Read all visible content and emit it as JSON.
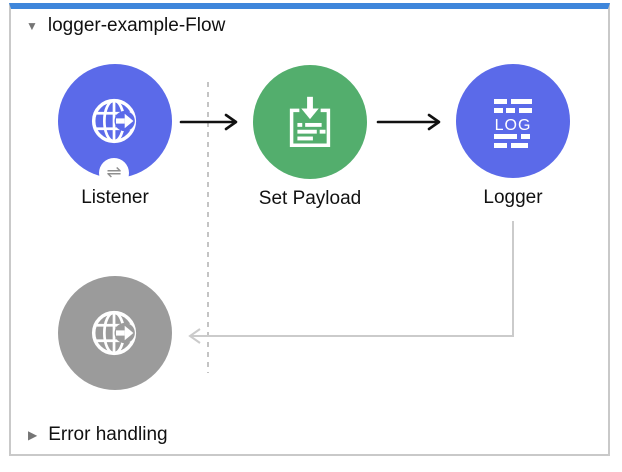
{
  "flow": {
    "title": "logger-example-Flow",
    "collapse_icon": "▼",
    "error_handling": {
      "label": "Error handling",
      "expand_icon": "▶"
    }
  },
  "nodes": {
    "listener": {
      "label": "Listener",
      "badge_glyph": "⇌"
    },
    "set_payload": {
      "label": "Set Payload"
    },
    "logger": {
      "label": "Logger",
      "log_text": "LOG"
    },
    "inactive_endpoint": {
      "label": ""
    }
  },
  "colors": {
    "selection_bar_blue": "#3e86db",
    "canvas_border_gray": "#c9c9c9",
    "node_blue": "#5b6ae9",
    "node_green": "#53ae6d",
    "node_gray": "#9b9b9b",
    "connector_gray": "#cbcbcb",
    "dashed_guide_gray": "#c4c4c4",
    "arrow_black": "#111111",
    "label_text": "#111111"
  }
}
